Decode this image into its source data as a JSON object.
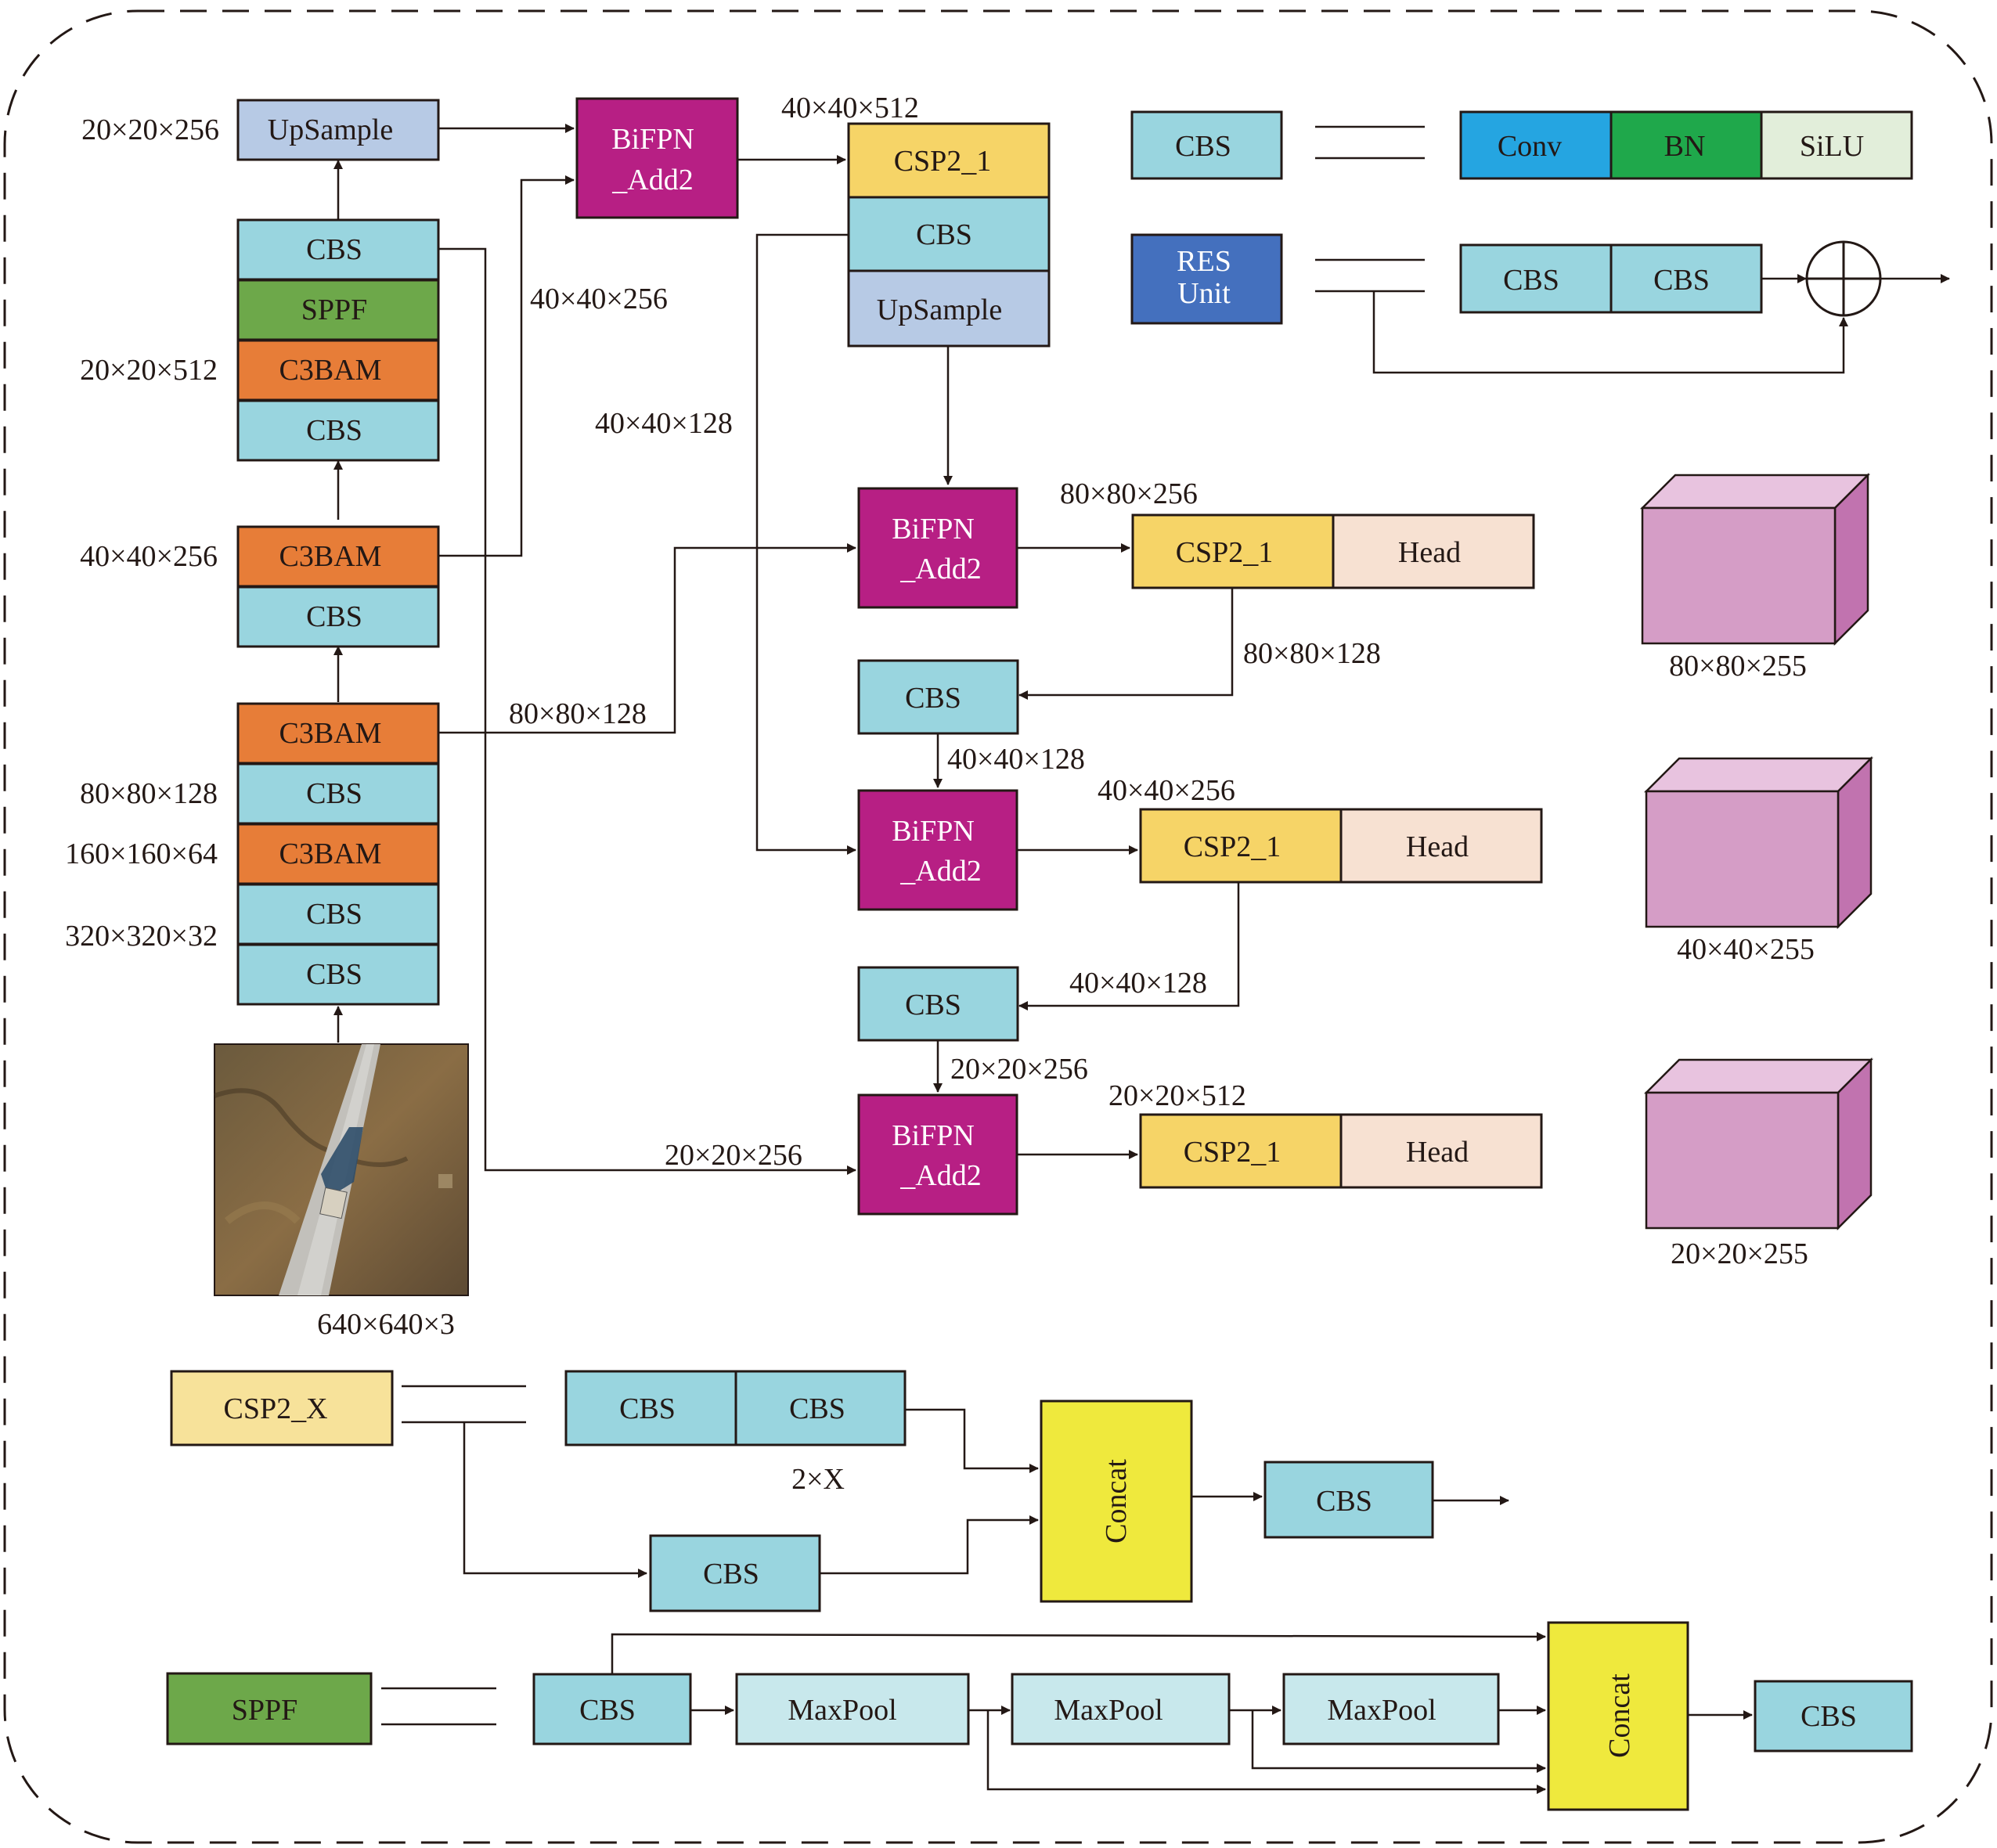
{
  "colors": {
    "cbs": "#99D5DF",
    "c3bam": "#E77D38",
    "sppf": "#6DA84A",
    "upsample": "#B7CAE5",
    "bifpn": "#B71F84",
    "csp": "#F6D467",
    "head": "#F7E1D2",
    "conv": "#25A5E1",
    "bn": "#1FA84B",
    "silu": "#E2EEDA",
    "res": "#4470BE",
    "csp2x": "#F7E29A",
    "maxpool": "#C8E8EC",
    "concat": "#EFE93D",
    "cube_front": "#D59DC6",
    "cube_top": "#E8C3DF",
    "cube_side": "#C173AF",
    "stroke": "#231815"
  },
  "backbone": {
    "upsample": "UpSample",
    "cbs_top": "CBS",
    "sppf": "SPPF",
    "c3bam_1": "C3BAM",
    "cbs_2": "CBS",
    "c3bam_2": "C3BAM",
    "cbs_3": "CBS",
    "c3bam_3": "C3BAM",
    "cbs_4": "CBS",
    "c3bam_4": "C3BAM",
    "cbs_5": "CBS",
    "cbs_6": "CBS"
  },
  "backbone_dims": {
    "d_20x20x256": "20×20×256",
    "d_20x20x512": "20×20×512",
    "d_40x40x256": "40×40×256",
    "d_80x80x128": "80×80×128",
    "d_160x160x64": "160×160×64",
    "d_320x320x32": "320×320×32",
    "d_input": "640×640×3"
  },
  "neck": {
    "bifpn_label_1": "BiFPN",
    "bifpn_label_2": "_Add2",
    "csp_top": "CSP2_1",
    "cbs_top": "CBS",
    "upsample_top": "UpSample",
    "csp": "CSP2_1",
    "head": "Head",
    "cbs": "CBS"
  },
  "neck_dims": {
    "d_40x40x512": "40×40×512",
    "d_40x40x256_a": "40×40×256",
    "d_40x40x128_a": "40×40×128",
    "d_80x80x128_a": "80×80×128",
    "d_80x80x256": "80×80×256",
    "d_80x80x128_b": "80×80×128",
    "d_40x40x128_b": "40×40×128",
    "d_40x40x256_b": "40×40×256",
    "d_40x40x128_c": "40×40×128",
    "d_20x20x256_a": "20×20×256",
    "d_20x20x512": "20×20×512",
    "d_20x20x256_b": "20×20×256"
  },
  "outputs": [
    "80×80×255",
    "40×40×255",
    "20×20×255"
  ],
  "legend_cbs": {
    "label": "CBS",
    "conv": "Conv",
    "bn": "BN",
    "silu": "SiLU"
  },
  "legend_res": {
    "label_1": "RES",
    "label_2": "Unit",
    "cbs_1": "CBS",
    "cbs_2": "CBS"
  },
  "legend_csp2x": {
    "label": "CSP2_X",
    "cbs_1": "CBS",
    "cbs_2": "CBS",
    "repeat": "2×X",
    "cbs_branch": "CBS",
    "concat": "Concat",
    "cbs_out": "CBS"
  },
  "legend_sppf": {
    "label": "SPPF",
    "cbs": "CBS",
    "maxpool_1": "MaxPool",
    "maxpool_2": "MaxPool",
    "maxpool_3": "MaxPool",
    "concat": "Concat",
    "cbs_out": "CBS"
  }
}
